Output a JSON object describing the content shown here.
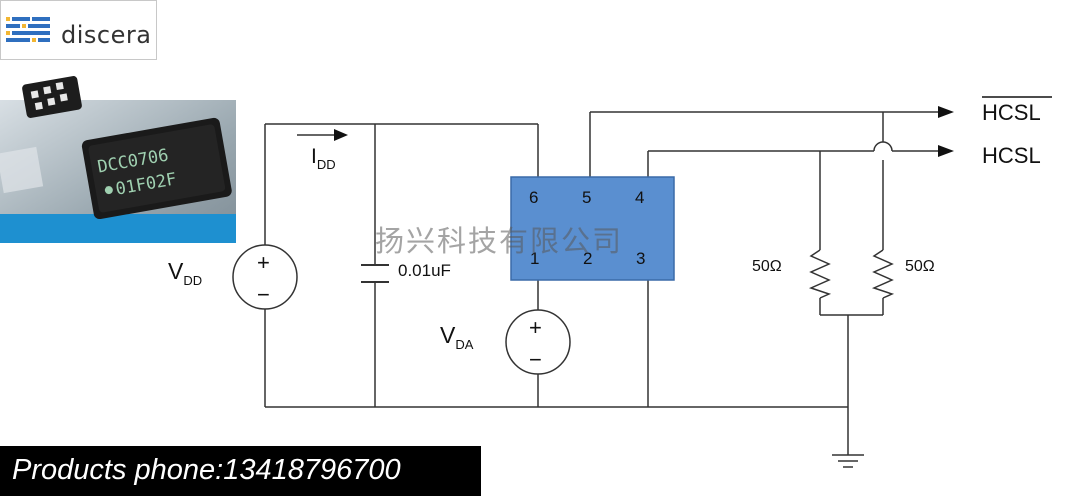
{
  "brand": {
    "name": "discera"
  },
  "chip": {
    "marking_line1": "DCC0706",
    "marking_line2": "01F02F"
  },
  "footer": {
    "phone_text": "Products phone:13418796700"
  },
  "watermark": "扬兴科技有限公司",
  "circuit": {
    "outputs": {
      "hcsl_neg": "HCSL",
      "hcsl_pos": "HCSL"
    },
    "current": {
      "label": "I",
      "sub": "DD"
    },
    "vdd_source": {
      "label": "V",
      "sub": "DD",
      "plus": "+",
      "minus": "−"
    },
    "vda_source": {
      "label": "V",
      "sub": "DA",
      "plus": "+",
      "minus": "−"
    },
    "capacitor": {
      "value": "0.01uF"
    },
    "resistors": {
      "left": "50Ω",
      "right": "50Ω"
    },
    "ic_pins": {
      "p6": "6",
      "p5": "5",
      "p4": "4",
      "p1": "1",
      "p2": "2",
      "p3": "3"
    }
  },
  "colors": {
    "ic_fill": "#5a8fd0",
    "ic_border": "#3a6aa8",
    "wire": "#333333",
    "chip_bg": "#2b9ad8",
    "marking": "#9fd0b0"
  }
}
